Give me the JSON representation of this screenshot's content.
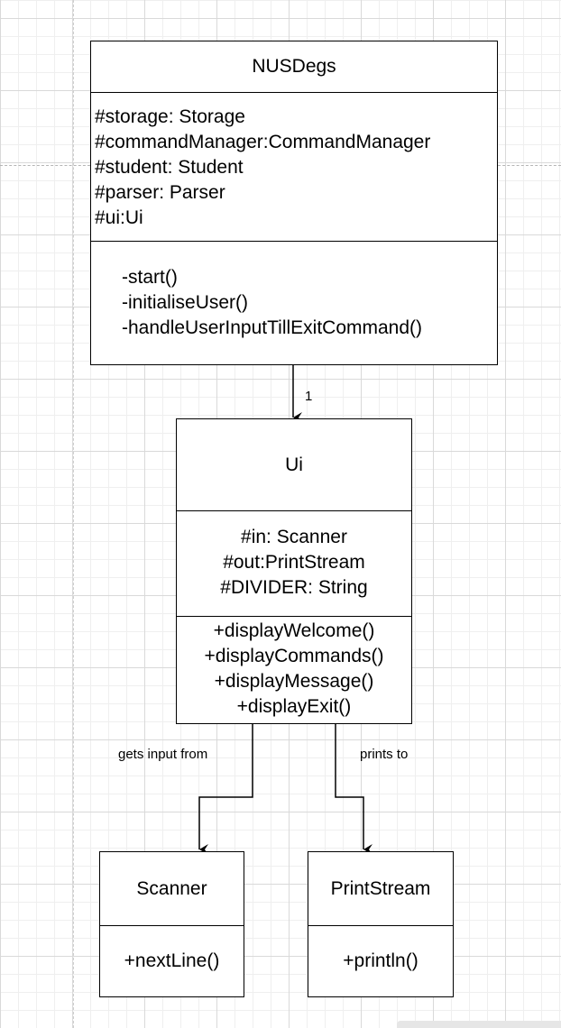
{
  "classes": {
    "nusdegs": {
      "name": "NUSDegs",
      "attributes": [
        "#storage: Storage",
        "#commandManager:CommandManager",
        "#student: Student",
        "#parser: Parser",
        "#ui:Ui"
      ],
      "operations": [
        "-start()",
        "-initialiseUser()",
        "-handleUserInputTillExitCommand()"
      ]
    },
    "ui": {
      "name": "Ui",
      "attributes": [
        "#in: Scanner",
        "#out:PrintStream",
        "#DIVIDER: String"
      ],
      "operations": [
        "+displayWelcome()",
        "+displayCommands()",
        "+displayMessage()",
        "+displayExit()"
      ]
    },
    "scanner": {
      "name": "Scanner",
      "operations": [
        "+nextLine()"
      ]
    },
    "printstream": {
      "name": "PrintStream",
      "operations": [
        "+println()"
      ]
    }
  },
  "relations": {
    "nusdegs_ui_multiplicity": "1",
    "ui_scanner_label": "gets input from",
    "ui_printstream_label": "prints to"
  }
}
